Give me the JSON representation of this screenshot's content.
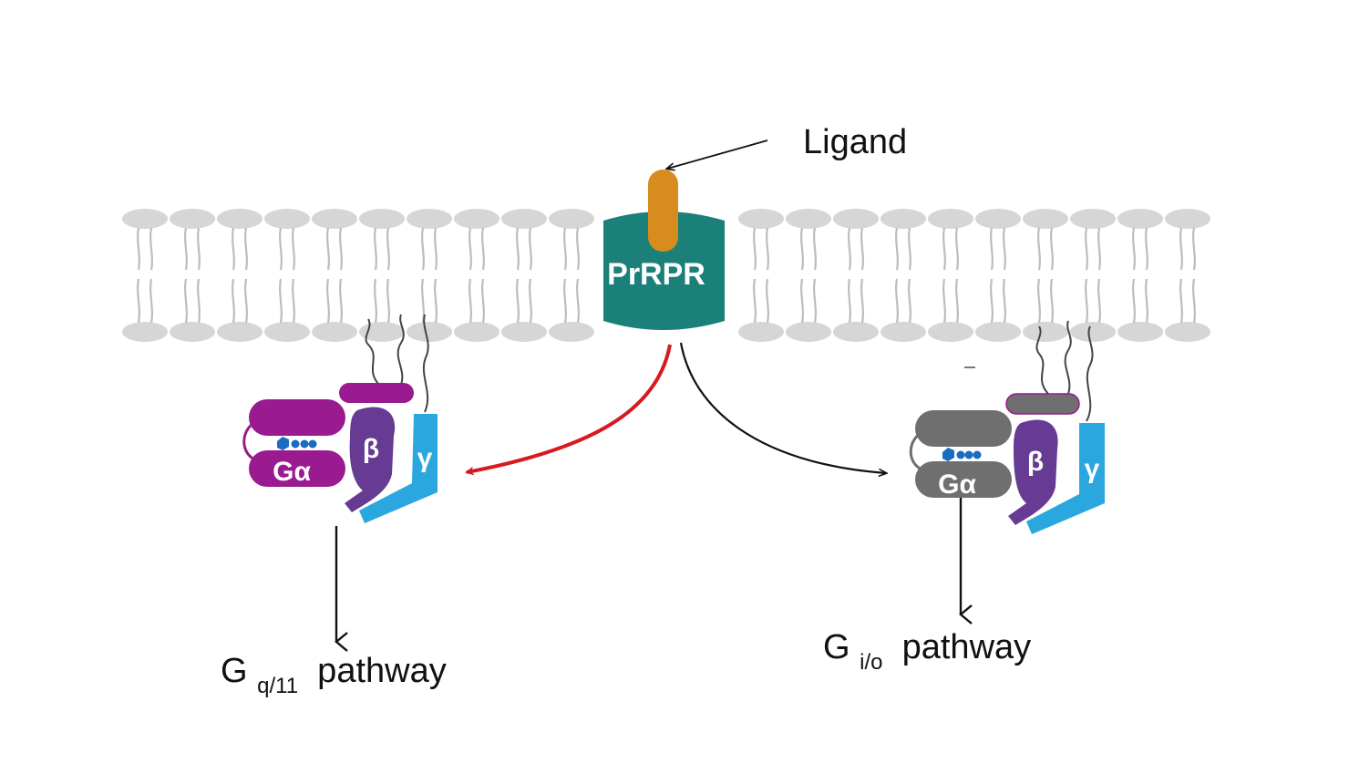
{
  "receptor": {
    "label": "PrRPR",
    "color": "#1b7f7a"
  },
  "ligand": {
    "label": "Ligand",
    "color": "#d98c1e"
  },
  "membrane": {
    "color": "#d6d6d6"
  },
  "left_complex": {
    "alpha_label": "Gα",
    "beta_label": "β",
    "gamma_label": "γ",
    "alpha_color": "#9a1a8f",
    "beta_color": "#673a93",
    "gamma_color": "#2aa7df",
    "pathway": {
      "prefix": "G",
      "subscript": "q/11",
      "suffix": " pathway"
    },
    "arrow_color": "#d71920"
  },
  "right_complex": {
    "alpha_label": "Gα",
    "beta_label": "β",
    "gamma_label": "γ",
    "alpha_color": "#6f6f6f",
    "beta_color": "#673a93",
    "gamma_color": "#2aa7df",
    "pathway": {
      "prefix": "G",
      "subscript": "i/o",
      "suffix": " pathway"
    },
    "arrow_color": "#111111"
  }
}
